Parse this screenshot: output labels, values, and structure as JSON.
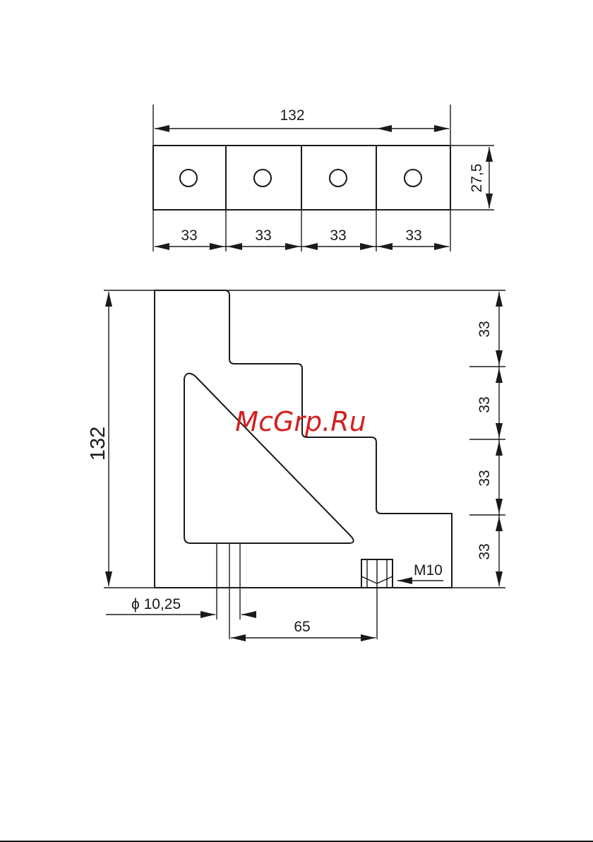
{
  "top_view": {
    "overall_width": "132",
    "height": "27,5",
    "segment_widths": [
      "33",
      "33",
      "33",
      "33"
    ]
  },
  "side_view": {
    "overall_height": "132",
    "step_heights": [
      "33",
      "33",
      "33",
      "33"
    ],
    "hole_diameter": "ϕ 10,25",
    "offset": "65",
    "thread": "M10"
  },
  "watermark": "McGrp.Ru",
  "colors": {
    "line": "#1a1a1a",
    "watermark": "#d42020"
  }
}
